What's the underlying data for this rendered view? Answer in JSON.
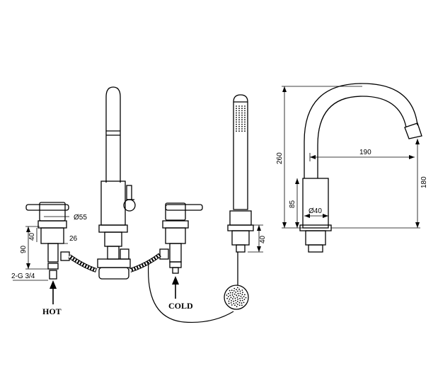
{
  "labels": {
    "hot": "HOT",
    "cold": "COLD",
    "thread": "2-G 3/4"
  },
  "dimensions": {
    "dia_55": "Ø55",
    "d40_left": "40",
    "d26": "26",
    "d90": "90",
    "d40_handset": "40",
    "d260": "260",
    "d190": "190",
    "d180": "180",
    "d85": "85",
    "dia_40": "Ø40"
  }
}
